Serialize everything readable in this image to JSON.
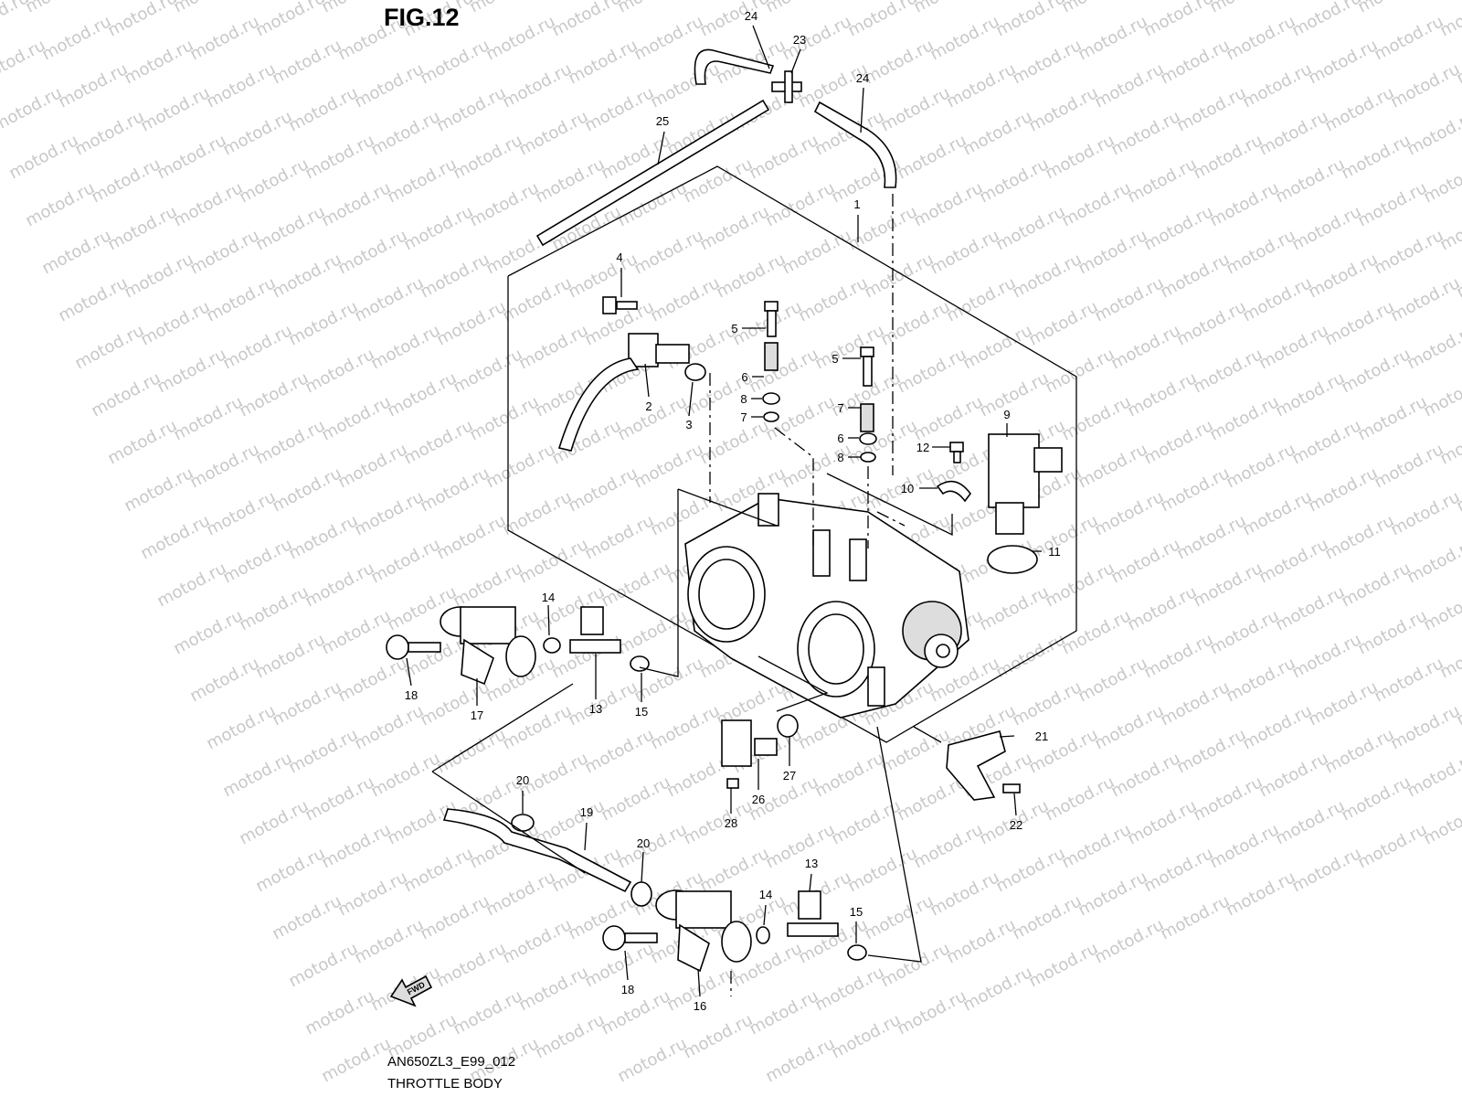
{
  "figure": {
    "title": "FIG.12",
    "code": "AN650ZL3_E99_012",
    "caption": "THROTTLE BODY"
  },
  "watermark": {
    "text": "motod.ru"
  },
  "fwd_marker": {
    "text": "FWD"
  },
  "callouts": [
    "24",
    "23",
    "24",
    "25",
    "1",
    "4",
    "5",
    "5",
    "6",
    "7",
    "8",
    "6",
    "7",
    "8",
    "2",
    "3",
    "9",
    "12",
    "10",
    "11",
    "14",
    "13",
    "15",
    "17",
    "18",
    "21",
    "22",
    "26",
    "27",
    "28",
    "20",
    "19",
    "20",
    "14",
    "13",
    "15",
    "16",
    "18"
  ]
}
